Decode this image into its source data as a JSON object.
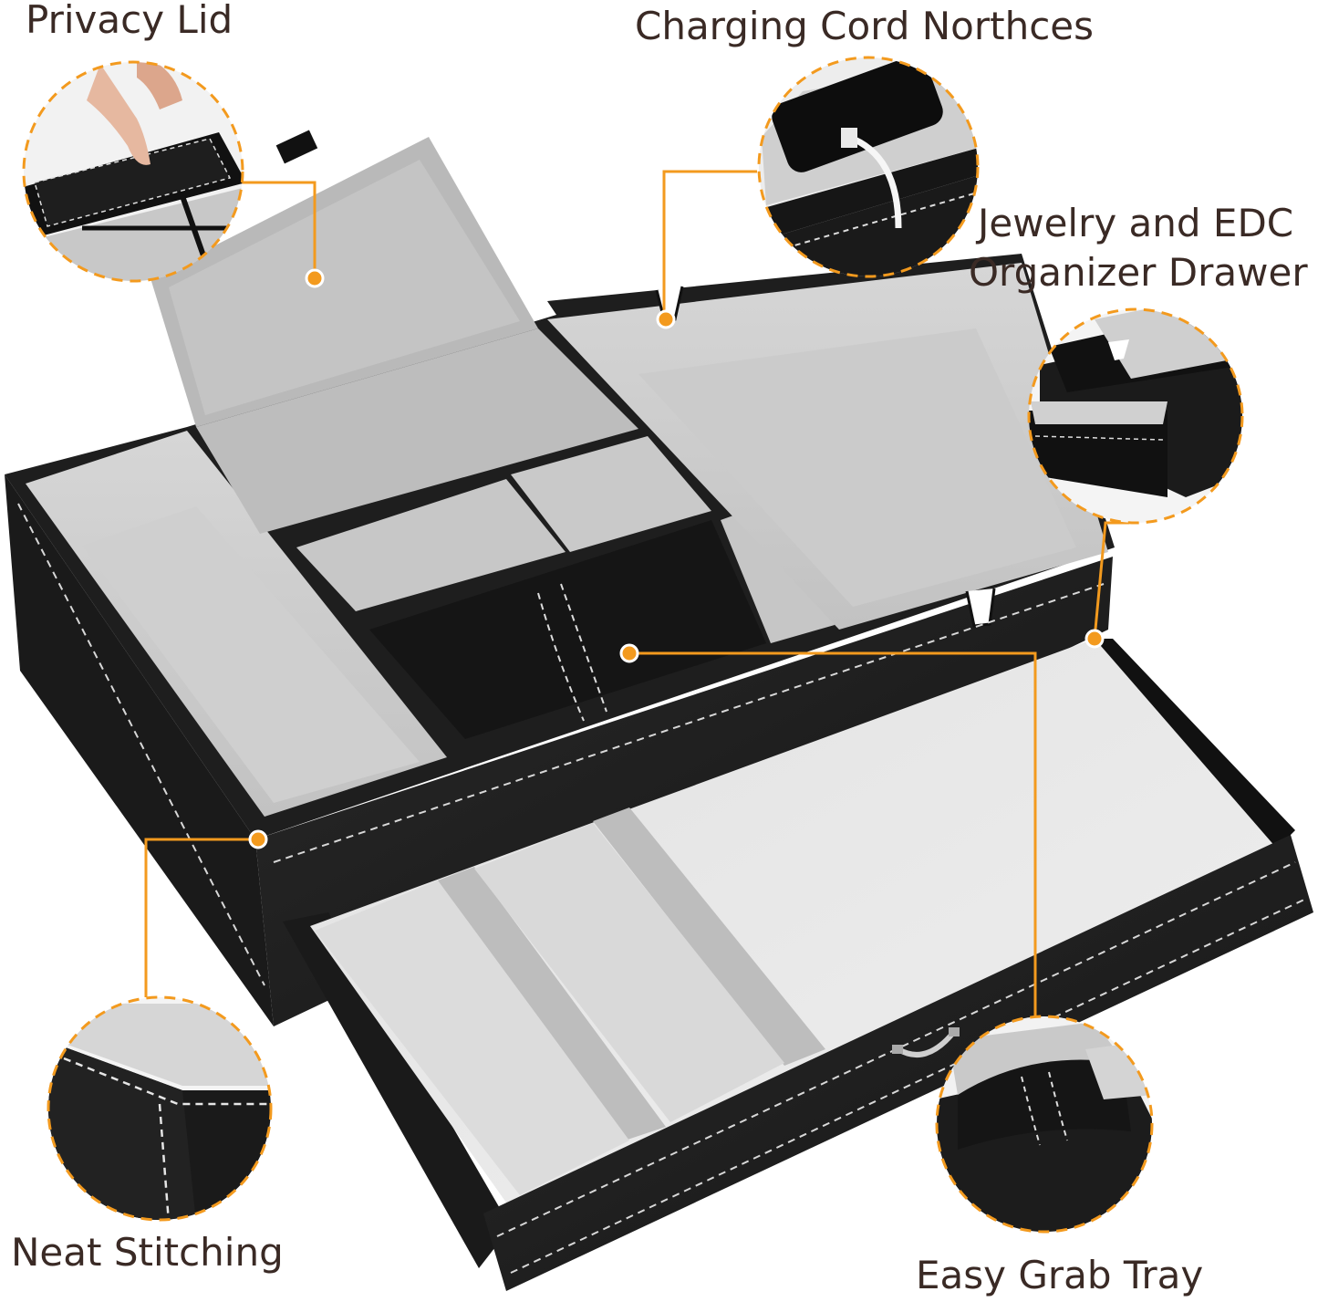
{
  "labels": {
    "privacy_lid": "Privacy Lid",
    "charging": "Charging Cord Northces",
    "jewelry_line1": "Jewelry and EDC",
    "jewelry_line2": "Organizer Drawer",
    "stitching": "Neat Stitching",
    "grab_tray": "Easy Grab Tray"
  },
  "colors": {
    "accent": "#f39a1e",
    "leather": "#1c1c1c",
    "suede": "#c9c9c9",
    "suede_light": "#e6e6e6",
    "stitch": "#e8e8e8",
    "text": "#3a2a25"
  }
}
